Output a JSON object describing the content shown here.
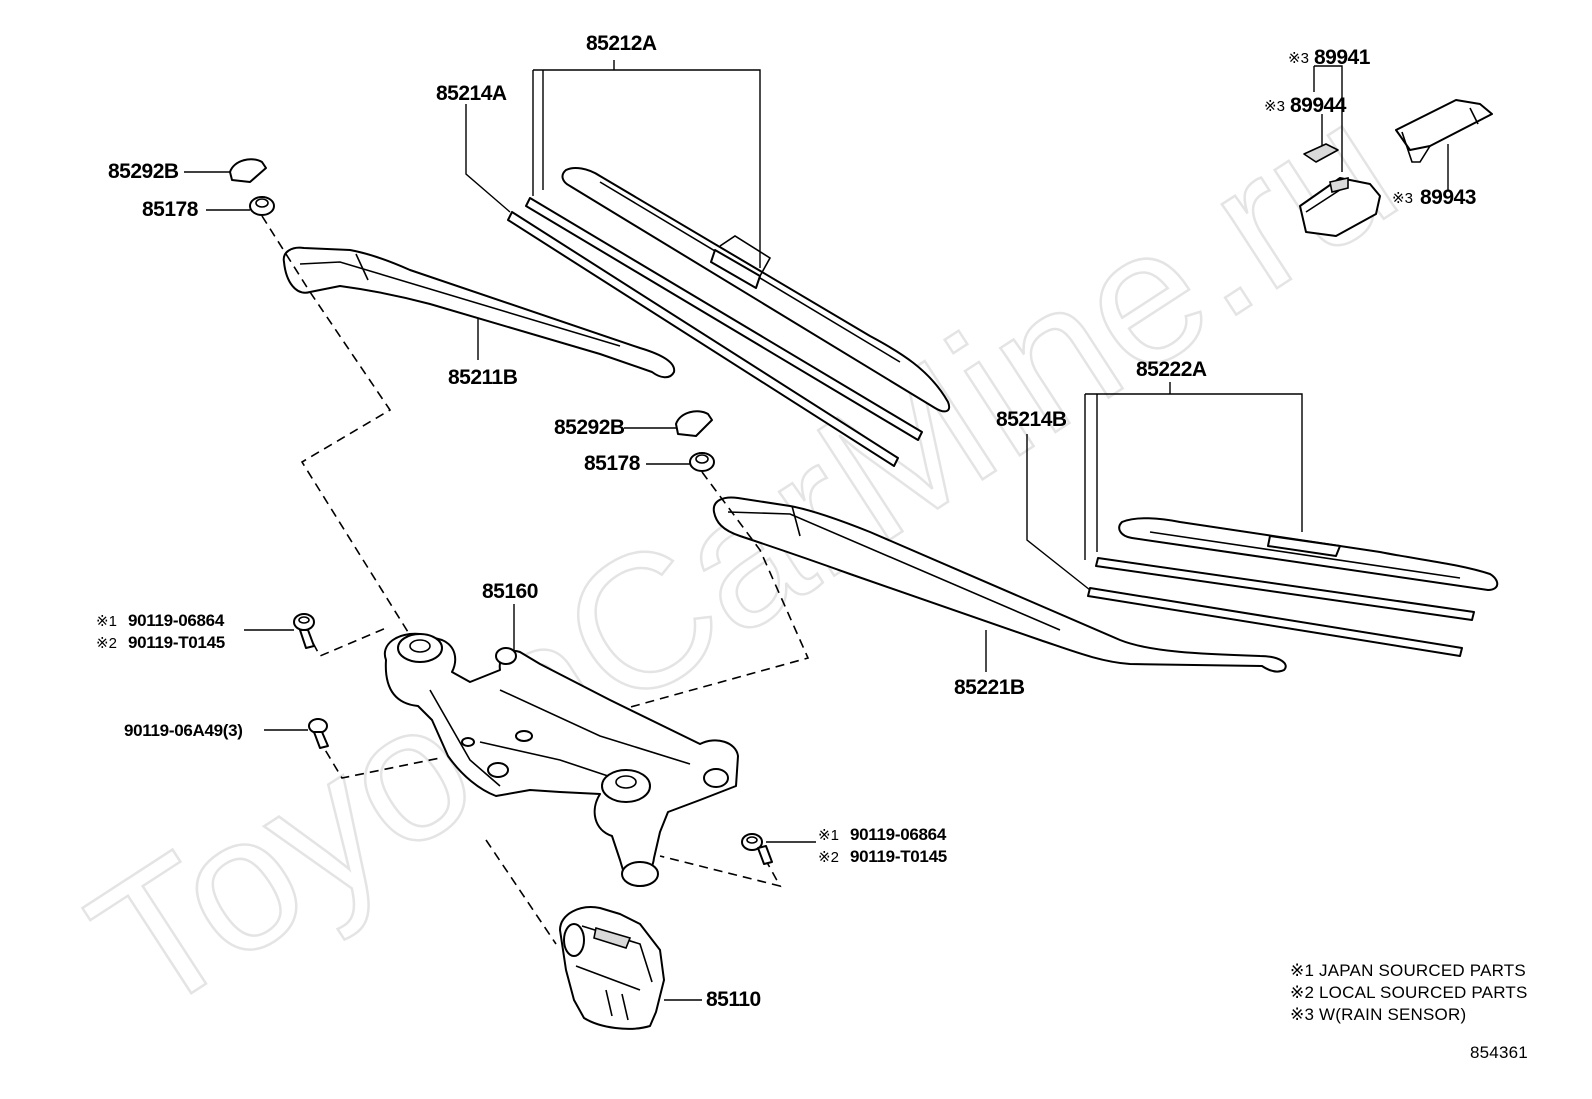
{
  "watermark": "ToyotaCarMine.ru",
  "labels": {
    "blade_front_left": "85212A",
    "rubber_front_left": "85214A",
    "cap_left": "85292B",
    "nut_left": "85178",
    "arm_left": "85211B",
    "cap_right": "85292B",
    "nut_right": "85178",
    "blade_front_right": "85222A",
    "rubber_front_right": "85214B",
    "arm_right": "85221B",
    "link": "85160",
    "motor": "85110",
    "bolt_pivot_left_jp": "90119-06864",
    "bolt_pivot_left_local": "90119-T0145",
    "bolt_link": "90119-06A49(3)",
    "bolt_pivot_right_jp": "90119-06864",
    "bolt_pivot_right_local": "90119-T0145",
    "sensor_cover": "89941",
    "sensor_pad": "89944",
    "sensor_bracket": "89943",
    "mark1": "※1",
    "mark2": "※2",
    "mark3": "※3"
  },
  "legend": {
    "note1": "※1 JAPAN SOURCED PARTS",
    "note2": "※2 LOCAL SOURCED PARTS",
    "note3": "※3 W(RAIN SENSOR)"
  },
  "illustration_number": "854361"
}
